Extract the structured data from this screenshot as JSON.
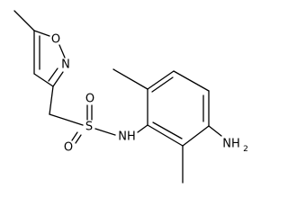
{
  "molecule": {
    "atoms": {
      "ring_oxygen": "O",
      "ring_nitrogen": "N",
      "sulfur": "S",
      "sulfonyl_oxygen_top": "O",
      "sulfonyl_oxygen_bottom": "O",
      "amide_nh": "NH",
      "amine_n": "NH",
      "amine_subscript": "2"
    }
  }
}
